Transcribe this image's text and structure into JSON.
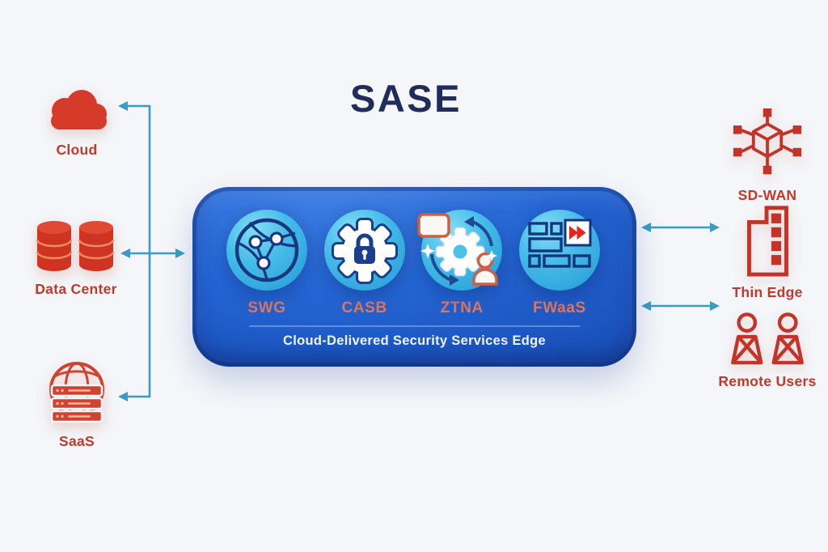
{
  "title": "SASE",
  "colors": {
    "background": "#f4f6f9",
    "title_navy": "#1f2c5c",
    "filled_red": "#d63b2a",
    "outline_red": "#c23429",
    "label_red": "#c5392c",
    "connector_teal": "#3a9cc2",
    "box_blue": "#2465d4",
    "box_rim_navy": "#12368a",
    "service_circle_blue": "#46bce9",
    "service_label_coral": "#e4775c",
    "icon_navy": "#17377e",
    "caption_white": "#eef3fc",
    "accent_red": "#e3271e",
    "ztna_coral_outline": "#cd5f43"
  },
  "left_nodes": [
    {
      "id": "cloud",
      "label": "Cloud",
      "icon": "cloud-icon"
    },
    {
      "id": "data-center",
      "label": "Data Center",
      "icon": "database-icon"
    },
    {
      "id": "saas",
      "label": "SaaS",
      "icon": "saas-globe-servers-icon"
    }
  ],
  "sse_box": {
    "caption": "Cloud-Delivered Security Services Edge",
    "services": [
      {
        "id": "swg",
        "label": "SWG",
        "icon": "globe-network-icon"
      },
      {
        "id": "casb",
        "label": "CASB",
        "icon": "gear-padlock-icon"
      },
      {
        "id": "ztna",
        "label": "ZTNA",
        "icon": "gear-sync-user-icon"
      },
      {
        "id": "fwaas",
        "label": "FWaaS",
        "icon": "firewall-fastforward-icon"
      }
    ]
  },
  "right_nodes": [
    {
      "id": "sd-wan",
      "label": "SD-WAN",
      "icon": "sdwan-network-cube-icon"
    },
    {
      "id": "thin-edge",
      "label": "Thin Edge",
      "icon": "edge-building-icon"
    },
    {
      "id": "remote-users",
      "label": "Remote Users",
      "icon": "two-users-icon"
    }
  ]
}
